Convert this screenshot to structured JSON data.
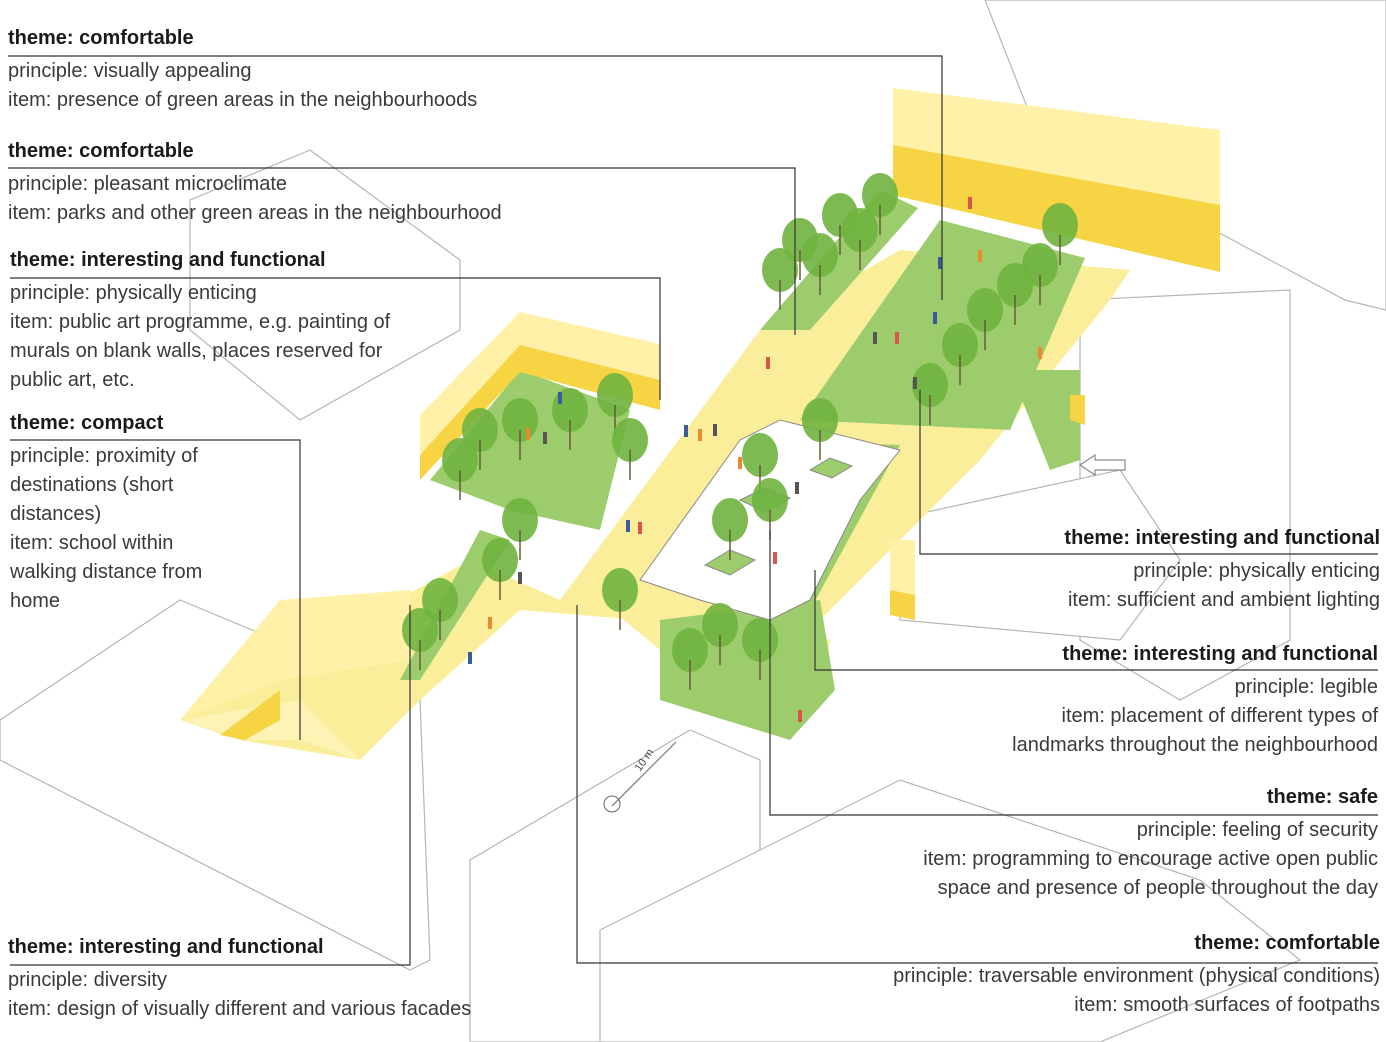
{
  "annotations": [
    {
      "theme": "theme: comfortable",
      "lines": [
        "principle: visually appealing",
        "item:  presence of green areas in the neighbourhoods"
      ]
    },
    {
      "theme": "theme: comfortable",
      "lines": [
        "principle: pleasant microclimate",
        "item:  parks and other green areas in the neighbourhood"
      ]
    },
    {
      "theme": "theme: interesting and functional",
      "lines": [
        "principle: physically enticing",
        "item: public art programme, e.g. painting of",
        "murals on  blank walls, places reserved for",
        "public art, etc."
      ]
    },
    {
      "theme": "theme: compact",
      "lines": [
        "principle: proximity of",
        "destinations (short",
        "distances)",
        "item: school within",
        "walking distance from",
        "home"
      ]
    },
    {
      "theme": "theme: interesting and functional",
      "lines": [
        "principle: diversity",
        "item:  design of visually different and various facades"
      ]
    },
    {
      "theme": "theme: interesting and functional",
      "lines": [
        "principle: physically enticing",
        "item: sufficient and ambient lighting"
      ]
    },
    {
      "theme": "theme: interesting and functional",
      "lines": [
        "principle: legible",
        "item: placement of different types of",
        "landmarks throughout the neighbourhood"
      ]
    },
    {
      "theme": "theme: safe",
      "lines": [
        "principle: feeling of security",
        "item:  programming to encourage active open public",
        "space and presence of people throughout the day"
      ]
    },
    {
      "theme": "theme: comfortable",
      "lines": [
        "principle: traversable environment (physical conditions)",
        "item: smooth surfaces of footpaths"
      ]
    }
  ],
  "scale_label": "10 m",
  "colors": {
    "green": "#9ccc6b",
    "path": "#fbee9a",
    "facade": "#fff2a8",
    "facade_dark": "#f7d443",
    "tree": "#6fb43f",
    "building_line": "#b5b5b5",
    "leader": "#333333"
  }
}
